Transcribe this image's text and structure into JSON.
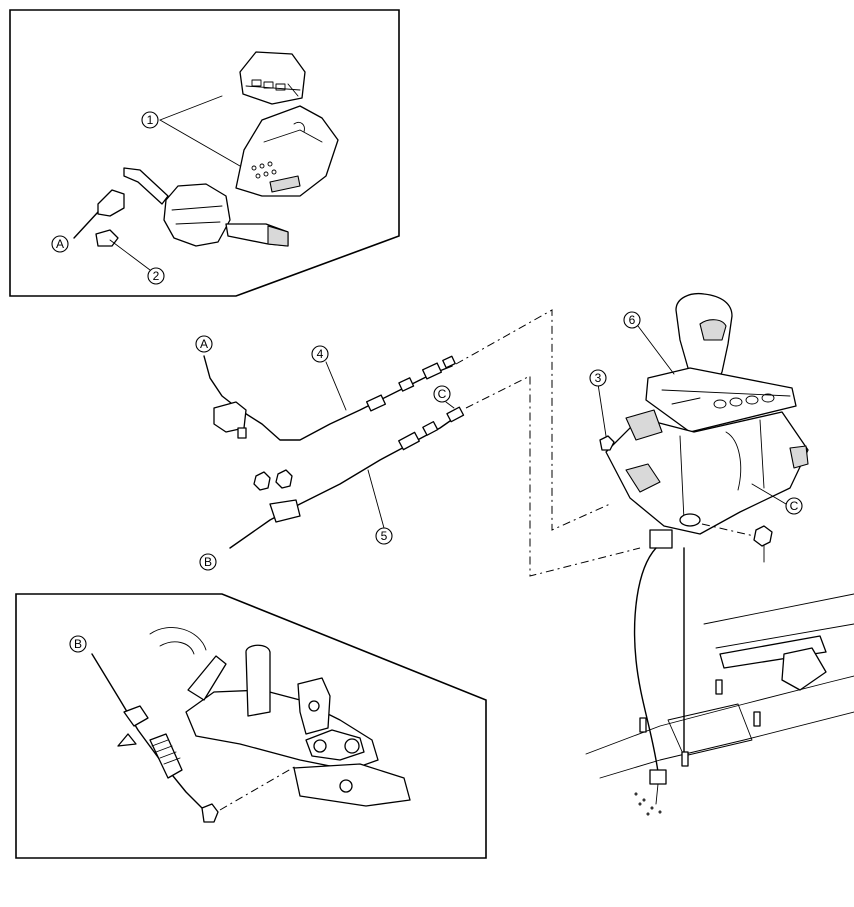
{
  "callouts": {
    "part_1": "1",
    "part_2": "2",
    "part_3": "3",
    "part_4": "4",
    "part_5": "5",
    "part_6": "6",
    "ref_a_inset": "A",
    "ref_a_cable": "A",
    "ref_b_cable": "B",
    "ref_b_inset": "B",
    "ref_c_cable": "C",
    "ref_c_shifter": "C"
  }
}
